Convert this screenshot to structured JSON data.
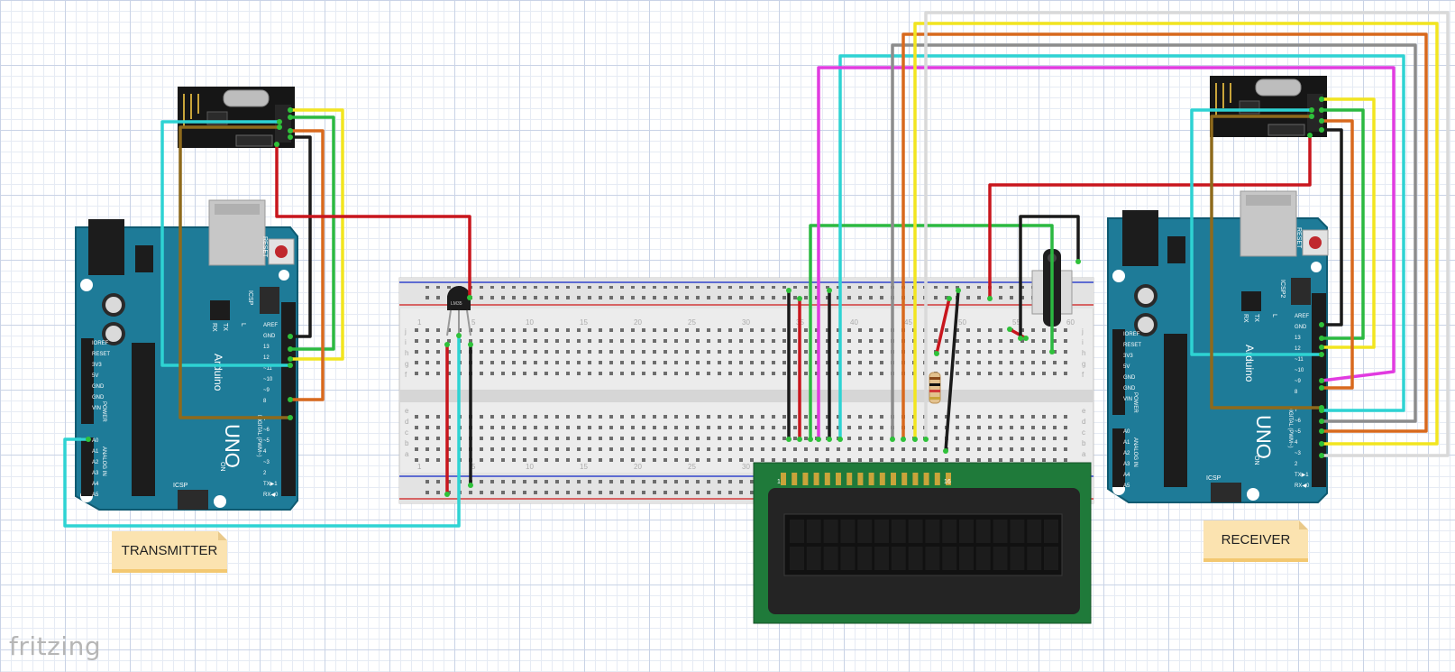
{
  "title": "",
  "labels": {
    "transmitter": "TRANSMITTER",
    "receiver": "RECEIVER",
    "logo": "fritzing"
  },
  "board_text": {
    "brand": "Arduino",
    "model": "UNO",
    "reset": "RESET",
    "icsp": "ICSP",
    "icsp2": "ICSP2",
    "on": "ON",
    "tx": "TX",
    "rx": "RX",
    "l": "L",
    "power": "POWER",
    "analog": "ANALOG IN",
    "digital": "DIGITAL (PWM~)",
    "power_pins": [
      "IOREF",
      "RESET",
      "3V3",
      "5V",
      "GND",
      "GND",
      "VIN"
    ],
    "analog_pins": [
      "A0",
      "A1",
      "A2",
      "A3",
      "A4",
      "A5"
    ],
    "digital_top_pins": [
      "AREF",
      "GND",
      "13",
      "12",
      "~11",
      "~10",
      "~9",
      "8"
    ],
    "digital_bottom_pins": [
      "7",
      "~6",
      "~5",
      "4",
      "~3",
      "2",
      "TX▶1",
      "RX◀0"
    ]
  },
  "breadboard": {
    "row_letters_top": [
      "j",
      "i",
      "h",
      "g",
      "f"
    ],
    "row_letters_bottom": [
      "e",
      "d",
      "c",
      "b",
      "a"
    ],
    "column_numbers": [
      "1",
      "5",
      "10",
      "15",
      "20",
      "25",
      "30",
      "35",
      "40",
      "45",
      "50",
      "55",
      "60"
    ]
  },
  "lcd": {
    "pin_first": "1",
    "pin_last": "16",
    "columns": 16,
    "rows": 2
  },
  "wire_colors": {
    "red": "#c8161d",
    "black": "#1a1a1a",
    "yellow": "#f2e51f",
    "green": "#2bb940",
    "orange": "#d8691d",
    "cyan": "#2ed3d3",
    "brown": "#8e6a1c",
    "magenta": "#e13be0",
    "gray": "#8c8c8c",
    "white": "#d9d9d9"
  },
  "colors": {
    "arduino": "#1e7b98",
    "breadboard": "#e9e9e9",
    "lcd_pcb": "#1f7a3a",
    "radio": "#161616"
  }
}
